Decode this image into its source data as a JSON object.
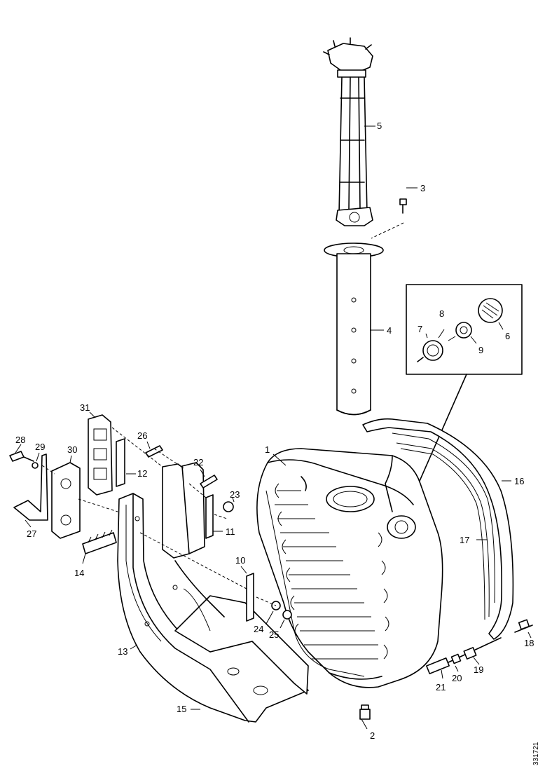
{
  "reference_number": "331721",
  "parts": [
    {
      "num": "1"
    },
    {
      "num": "2"
    },
    {
      "num": "3"
    },
    {
      "num": "4"
    },
    {
      "num": "5"
    },
    {
      "num": "6"
    },
    {
      "num": "7"
    },
    {
      "num": "8"
    },
    {
      "num": "9"
    },
    {
      "num": "10"
    },
    {
      "num": "11"
    },
    {
      "num": "12"
    },
    {
      "num": "13"
    },
    {
      "num": "14"
    },
    {
      "num": "15"
    },
    {
      "num": "16"
    },
    {
      "num": "17"
    },
    {
      "num": "18"
    },
    {
      "num": "19"
    },
    {
      "num": "20"
    },
    {
      "num": "21"
    },
    {
      "num": "22"
    },
    {
      "num": "23"
    },
    {
      "num": "24"
    },
    {
      "num": "25"
    },
    {
      "num": "26"
    },
    {
      "num": "27"
    },
    {
      "num": "28"
    },
    {
      "num": "29"
    },
    {
      "num": "30"
    },
    {
      "num": "31"
    }
  ]
}
